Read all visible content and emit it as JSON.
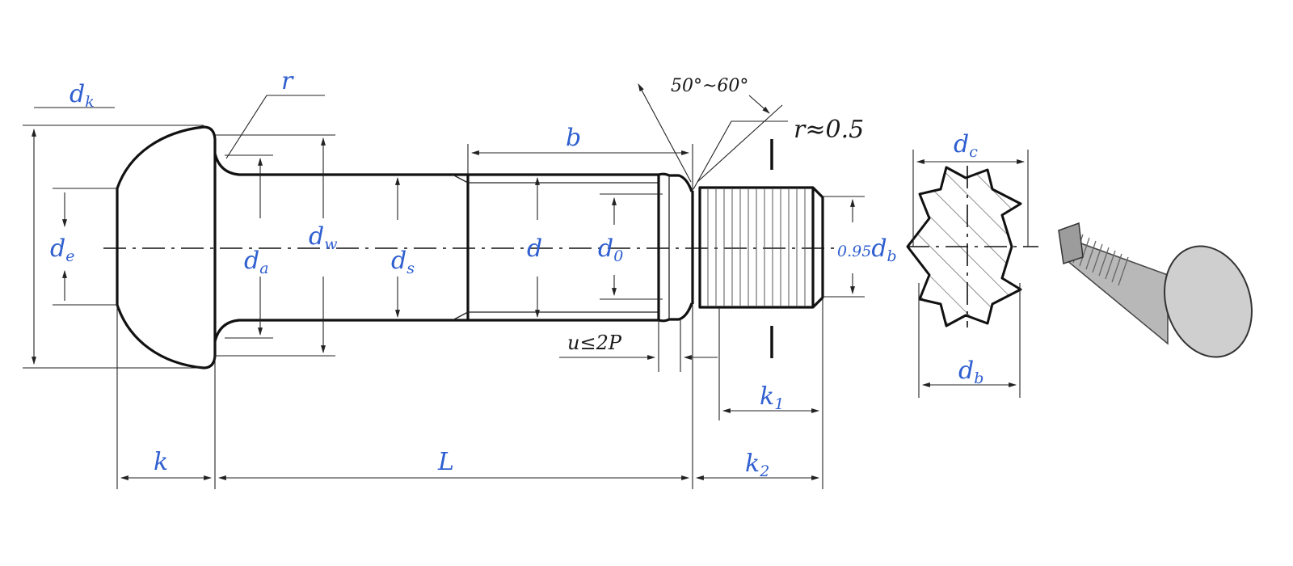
{
  "labels": {
    "dk": {
      "main": "d",
      "sub": "k"
    },
    "r": "r",
    "de": {
      "main": "d",
      "sub": "e"
    },
    "da": {
      "main": "d",
      "sub": "a"
    },
    "dw": {
      "main": "d",
      "sub": "w"
    },
    "ds": {
      "main": "d",
      "sub": "s"
    },
    "b": "b",
    "d": "d",
    "d0": {
      "main": "d",
      "sub": "0"
    },
    "angle": "50°~60°",
    "r_tip": "r≈0.5",
    "db_tip": {
      "prefix": "0.95",
      "main": "d",
      "sub": "b"
    },
    "u_note": "u≤2P",
    "k": "k",
    "L": "L",
    "k1": {
      "main": "k",
      "sub": "1"
    },
    "k2": {
      "main": "k",
      "sub": "2"
    },
    "dc": {
      "main": "d",
      "sub": "c"
    },
    "db": {
      "main": "d",
      "sub": "b"
    }
  },
  "colors": {
    "label": "#2f5fd0",
    "line": "#111111",
    "bolt_render_fill": "#c8c8c8"
  }
}
